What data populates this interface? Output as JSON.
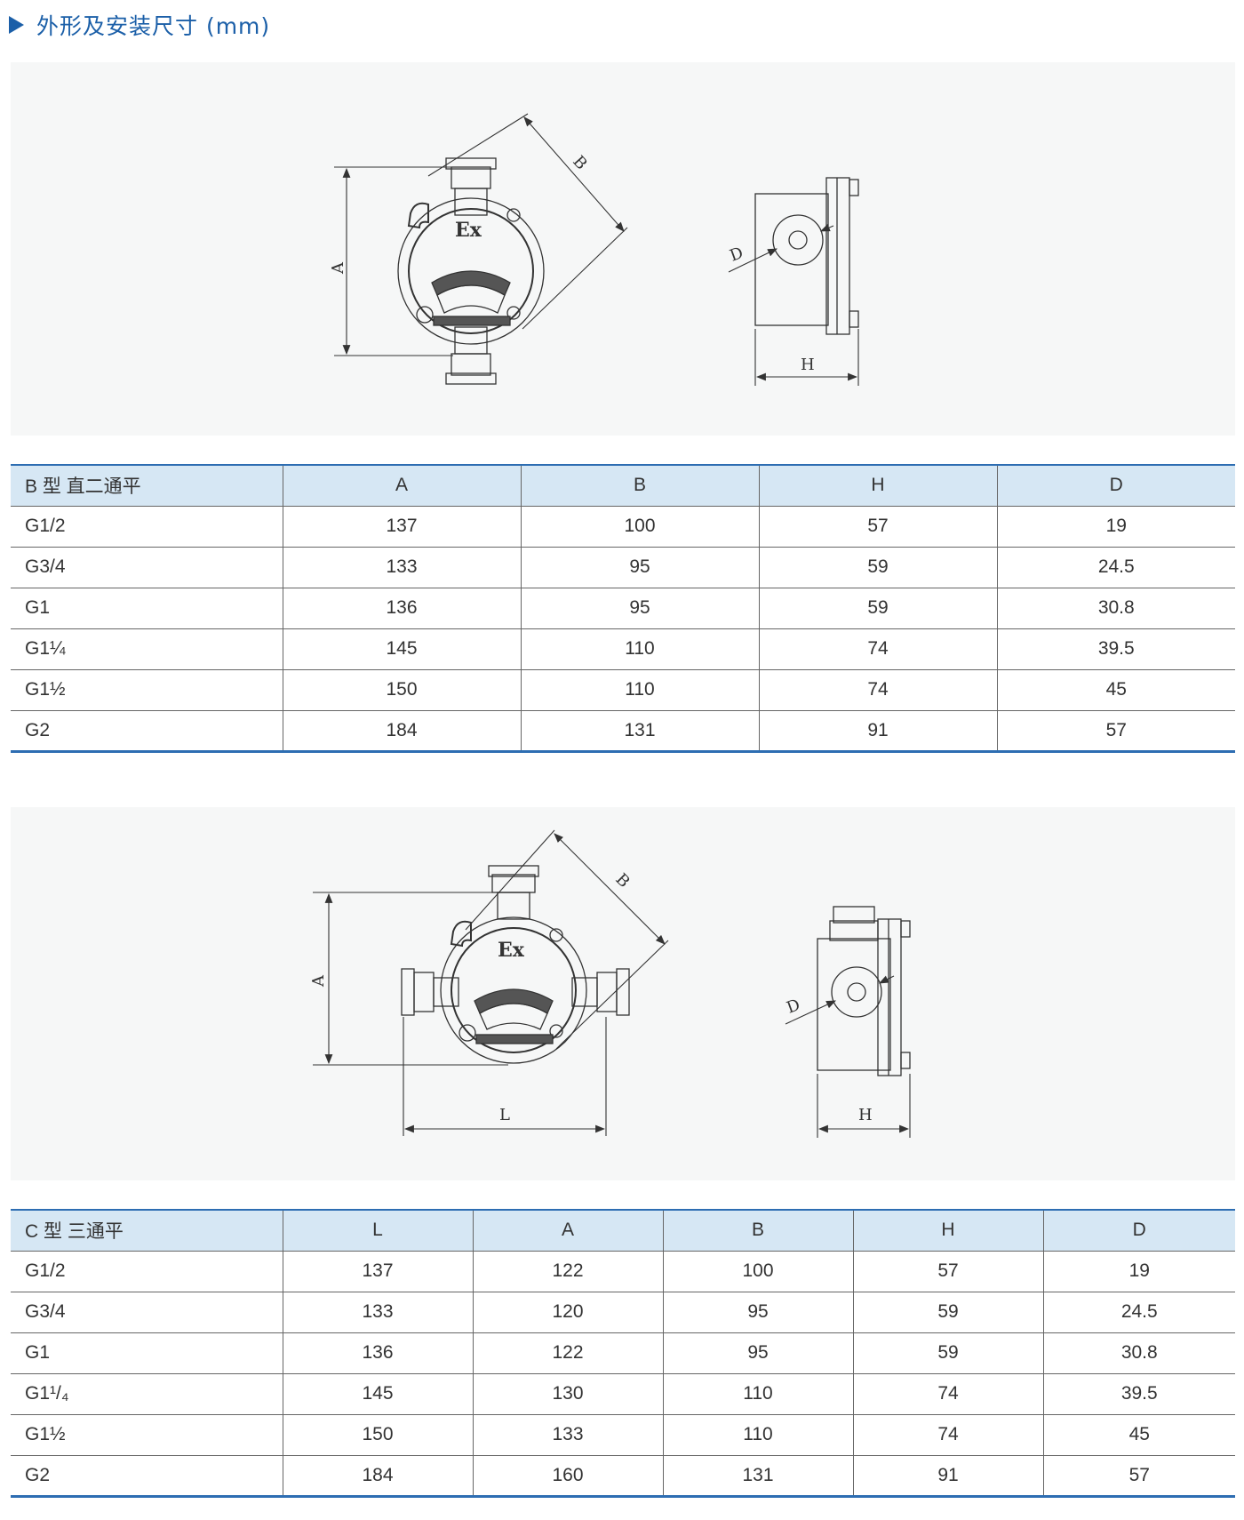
{
  "section": {
    "title": "外形及安装尺寸 (mm)"
  },
  "colors": {
    "accent": "#1b5fa8",
    "header_fill": "#d6e7f4",
    "rule": "#2d6db2",
    "panel": "#f6f7f7"
  },
  "drawing_labels": {
    "A": "A",
    "B": "B",
    "D": "D",
    "H": "H",
    "L": "L",
    "Ex": "Ex"
  },
  "table_b": {
    "headers": [
      "B 型 直二通平",
      "A",
      "B",
      "H",
      "D"
    ],
    "rows": [
      [
        "G1/2",
        "137",
        "100",
        "57",
        "19"
      ],
      [
        "G3/4",
        "133",
        "95",
        "59",
        "24.5"
      ],
      [
        "G1",
        "136",
        "95",
        "59",
        "30.8"
      ],
      [
        "G1¼",
        "145",
        "110",
        "74",
        "39.5"
      ],
      [
        "G1½",
        "150",
        "110",
        "74",
        "45"
      ],
      [
        "G2",
        "184",
        "131",
        "91",
        "57"
      ]
    ]
  },
  "table_c": {
    "headers": [
      "C 型 三通平",
      "L",
      "A",
      "B",
      "H",
      "D"
    ],
    "rows": [
      [
        "G1/2",
        "137",
        "122",
        "100",
        "57",
        "19"
      ],
      [
        "G3/4",
        "133",
        "120",
        "95",
        "59",
        "24.5"
      ],
      [
        "G1",
        "136",
        "122",
        "95",
        "59",
        "30.8"
      ],
      [
        "G1¹/₄",
        "145",
        "130",
        "110",
        "74",
        "39.5"
      ],
      [
        "G1½",
        "150",
        "133",
        "110",
        "74",
        "45"
      ],
      [
        "G2",
        "184",
        "160",
        "131",
        "91",
        "57"
      ]
    ]
  }
}
